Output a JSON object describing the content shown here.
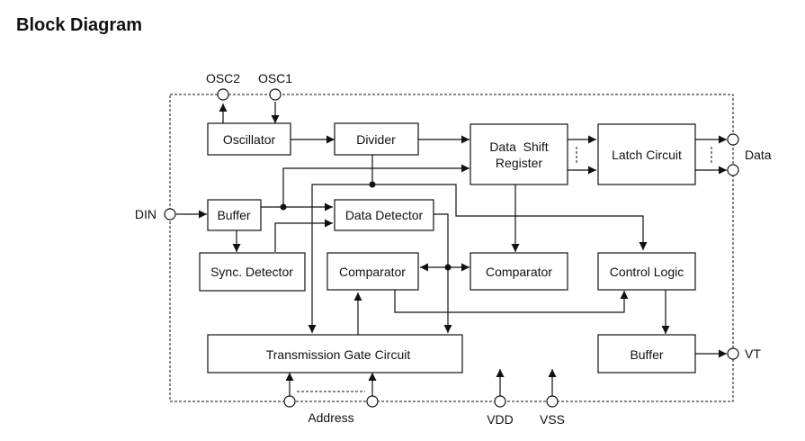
{
  "title": "Block Diagram",
  "blocks": {
    "oscillator": "Oscillator",
    "divider": "Divider",
    "shift_register_line1": "Data  Shift",
    "shift_register_line2": "Register",
    "latch": "Latch Circuit",
    "buffer_in": "Buffer",
    "data_detector": "Data Detector",
    "sync_detector": "Sync. Detector",
    "comparator_left": "Comparator",
    "comparator_right": "Comparator",
    "control_logic": "Control Logic",
    "transmission_gate": "Transmission Gate Circuit",
    "buffer_out": "Buffer"
  },
  "pins": {
    "osc2": "OSC2",
    "osc1": "OSC1",
    "din": "DIN",
    "data": "Data",
    "vt": "VT",
    "address": "Address",
    "vdd": "VDD",
    "vss": "VSS"
  }
}
